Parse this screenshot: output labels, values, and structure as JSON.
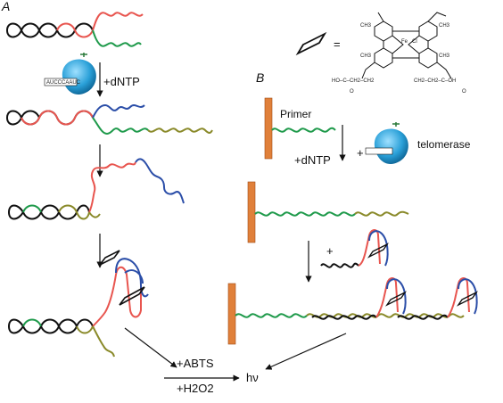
{
  "panels": {
    "a": "A",
    "b": "B"
  },
  "labels": {
    "dntp_a": "+dNTP",
    "dntp_b": "+dNTP",
    "primer": "Primer",
    "telomerase": "telomerase",
    "plus_b": "+",
    "plus_hairpin": "+",
    "equals": "=",
    "abts": "+ABTS",
    "h2o2": "+H2O2",
    "hv": "hν",
    "enzyme_template": "AUCCCAAUC"
  },
  "hemin": {
    "fe": "Fe",
    "cl": "Cl",
    "ch3": "CH3",
    "acid_left": "HO–C–CH2–CH2",
    "acid_right": "CH2–CH2–C–OH",
    "o": "O"
  },
  "colors": {
    "black": "#111111",
    "red": "#e8554f",
    "green": "#1f9a4b",
    "blue": "#2b4ea8",
    "olive": "#8a8a2a",
    "primer_bar": "#e0803a",
    "enzyme": "#2aa0d8"
  }
}
